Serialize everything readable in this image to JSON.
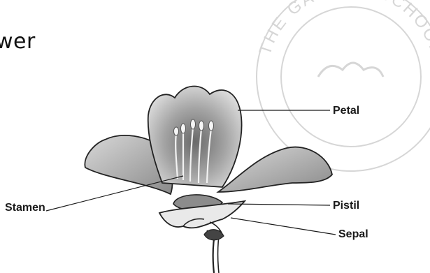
{
  "page": {
    "title": "wer"
  },
  "watermark": {
    "text": "THE GARDEN SCHOOL"
  },
  "diagram": {
    "labels": {
      "petal": "Petal",
      "pistil": "Pistil",
      "sepal": "Sepal",
      "stamen": "Stamen"
    }
  },
  "colors": {
    "ink": "#1a1a1a",
    "watermark": "#b5b5b5"
  }
}
